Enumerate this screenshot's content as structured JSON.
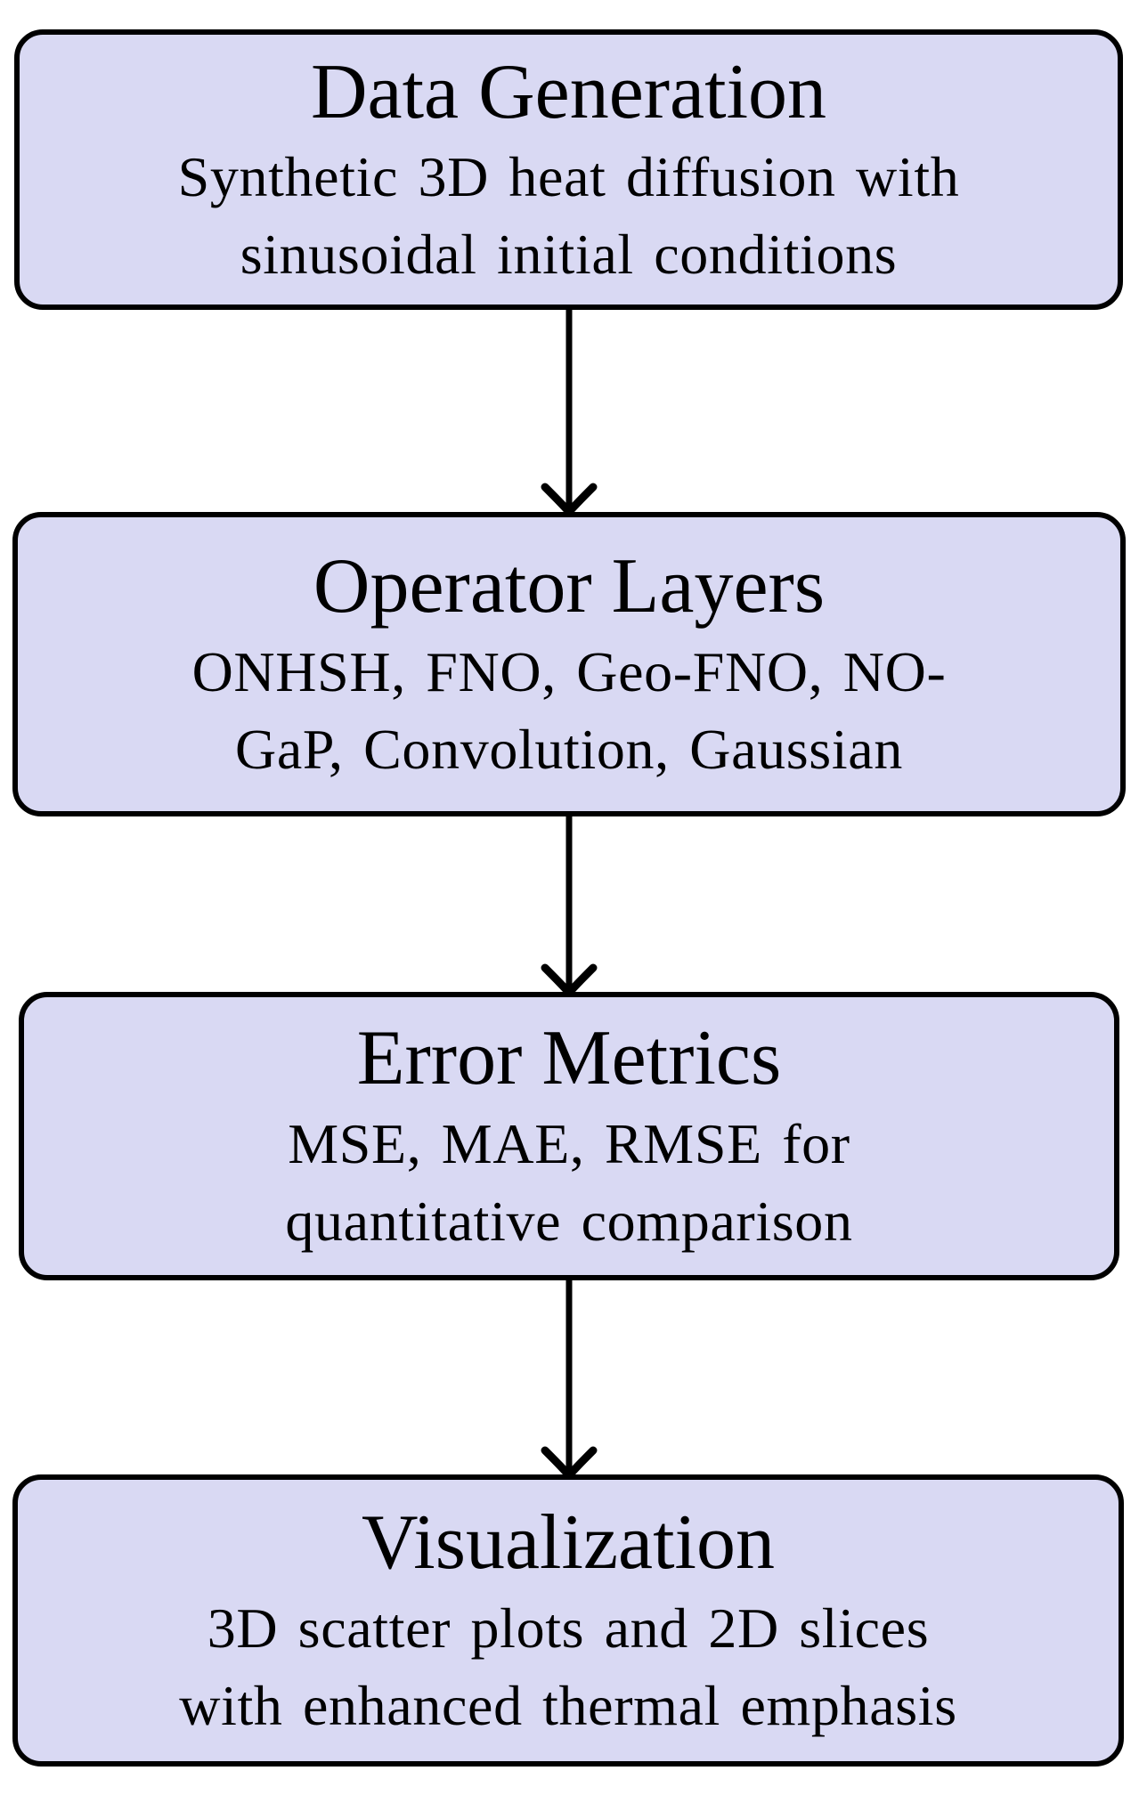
{
  "diagram": {
    "type": "flowchart",
    "direction": "top-to-bottom",
    "colors": {
      "page_bg": "#ffffff",
      "box_fill": "#d9d9f3",
      "box_border": "#000000",
      "arrow": "#000000",
      "text": "#000000"
    },
    "nodes": [
      {
        "id": "data-generation",
        "title": "Data Generation",
        "body_lines": [
          "Synthetic 3D heat diffusion with",
          "sinusoidal initial conditions"
        ]
      },
      {
        "id": "operator-layers",
        "title": "Operator Layers",
        "body_lines": [
          "ONHSH, FNO, Geo-FNO, NO-",
          "GaP, Convolution, Gaussian"
        ]
      },
      {
        "id": "error-metrics",
        "title": "Error Metrics",
        "body_lines": [
          "MSE, MAE, RMSE for",
          "quantitative comparison"
        ]
      },
      {
        "id": "visualization",
        "title": "Visualization",
        "body_lines": [
          "3D scatter plots and 2D slices",
          "with enhanced thermal emphasis"
        ]
      }
    ],
    "edges": [
      {
        "from": "data-generation",
        "to": "operator-layers"
      },
      {
        "from": "operator-layers",
        "to": "error-metrics"
      },
      {
        "from": "error-metrics",
        "to": "visualization"
      }
    ]
  }
}
